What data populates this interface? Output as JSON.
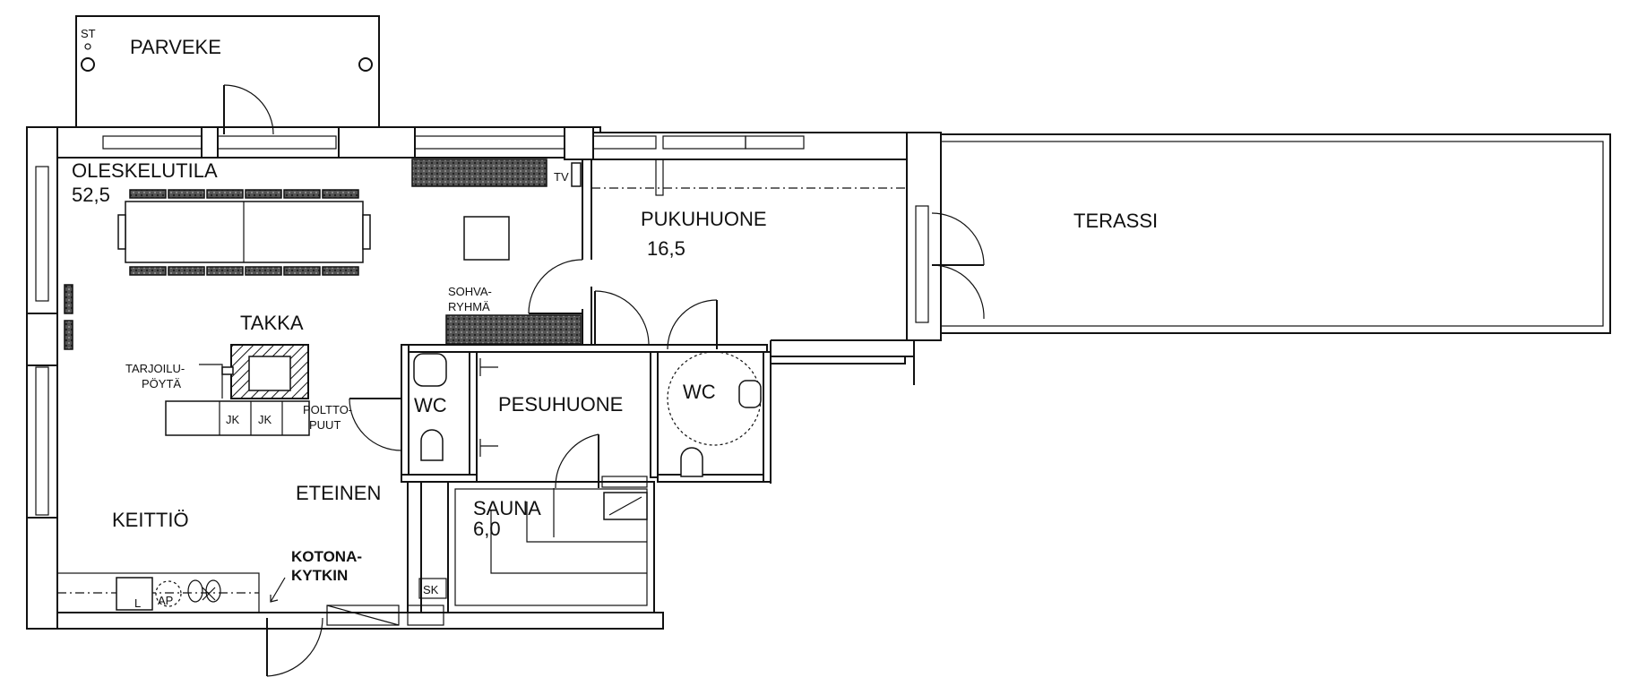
{
  "labels": {
    "parveke": "PARVEKE",
    "st": "ST",
    "oleskelutila": "OLESKELUTILA",
    "oleskelutila_area": "52,5",
    "tv": "TV",
    "pukuhuone": "PUKUHUONE",
    "pukuhuone_area": "16,5",
    "terassi": "TERASSI",
    "sohvaryhma_1": "SOHVA-",
    "sohvaryhma_2": "RYHMÄ",
    "takka": "TAKKA",
    "tarjoilupoyta_1": "TARJOILU-",
    "tarjoilupoyta_2": "PÖYTÄ",
    "jk1": "JK",
    "jk2": "JK",
    "polttopuut_1": "POLTTO-",
    "polttopuut_2": "PUUT",
    "wc_left": "WC",
    "pesuhuone": "PESUHUONE",
    "wc_right": "WC",
    "eteinen": "ETEINEN",
    "sauna": "SAUNA",
    "sauna_area": "6,0",
    "keittio": "KEITTIÖ",
    "kotonakytkin_1": "KOTONA-",
    "kotonakytkin_2": "KYTKIN",
    "sk": "SK",
    "ap": "AP",
    "l": "L"
  }
}
